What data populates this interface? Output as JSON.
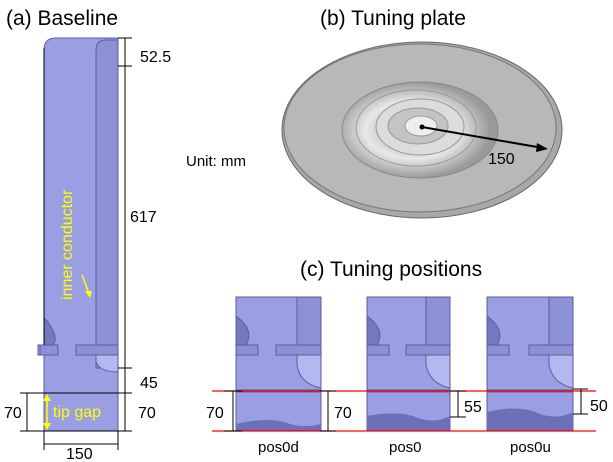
{
  "panels": {
    "a": {
      "title": "(a) Baseline"
    },
    "b": {
      "title": "(b) Tuning plate"
    },
    "c": {
      "title": "(c) Tuning positions"
    }
  },
  "unit_label": "Unit: mm",
  "baseline": {
    "dim_top": "52.5",
    "dim_length": "617",
    "dim_lower": "45",
    "dim_gap_left": "70",
    "dim_gap_right": "70",
    "dim_width": "150",
    "inner_conductor_label": "inner conductor",
    "tip_gap_label": "tip gap"
  },
  "plate": {
    "radius_label": "150"
  },
  "positions": [
    {
      "name": "pos0d",
      "gap": "70"
    },
    {
      "name": "pos0",
      "gap": "55"
    },
    {
      "name": "pos0u",
      "gap": "50"
    }
  ],
  "colors": {
    "body": "#9a9ee3",
    "guide_line": "#ff0000",
    "annotation": "#ffff00"
  }
}
